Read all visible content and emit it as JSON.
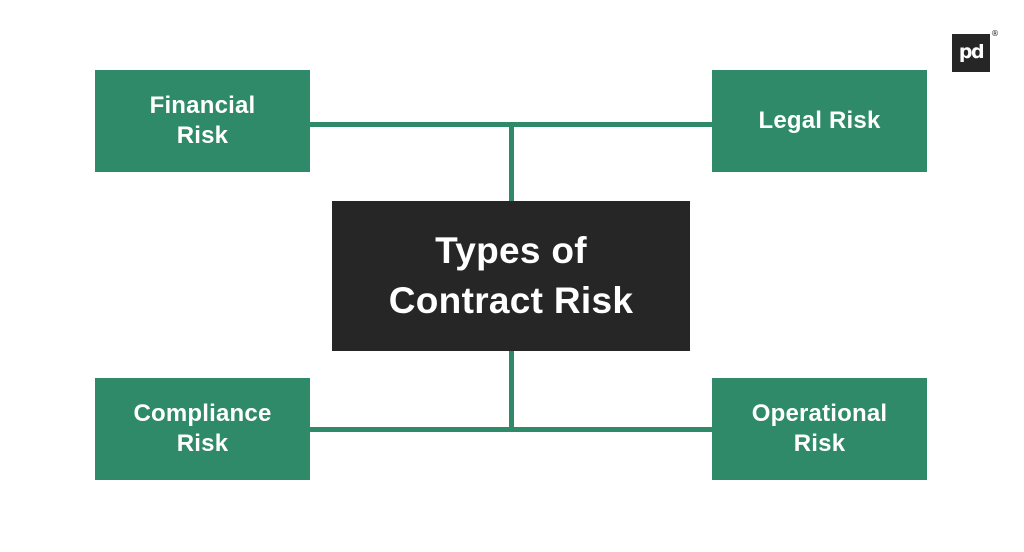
{
  "diagram": {
    "title": "Types of Contract Risk",
    "center_node": {
      "label": "Types of\nContract Risk"
    },
    "nodes": [
      {
        "id": "financial",
        "label": "Financial\nRisk",
        "position": "top-left"
      },
      {
        "id": "legal",
        "label": "Legal Risk",
        "position": "top-right"
      },
      {
        "id": "compliance",
        "label": "Compliance\nRisk",
        "position": "bottom-left"
      },
      {
        "id": "operational",
        "label": "Operational\nRisk",
        "position": "bottom-right"
      }
    ],
    "colors": {
      "node_green": "#2E8A68",
      "center_dark": "#262626",
      "connector": "#2E8A68",
      "text": "#ffffff",
      "background": "#ffffff"
    }
  },
  "logo": {
    "mark": "pd",
    "registered": "®"
  }
}
